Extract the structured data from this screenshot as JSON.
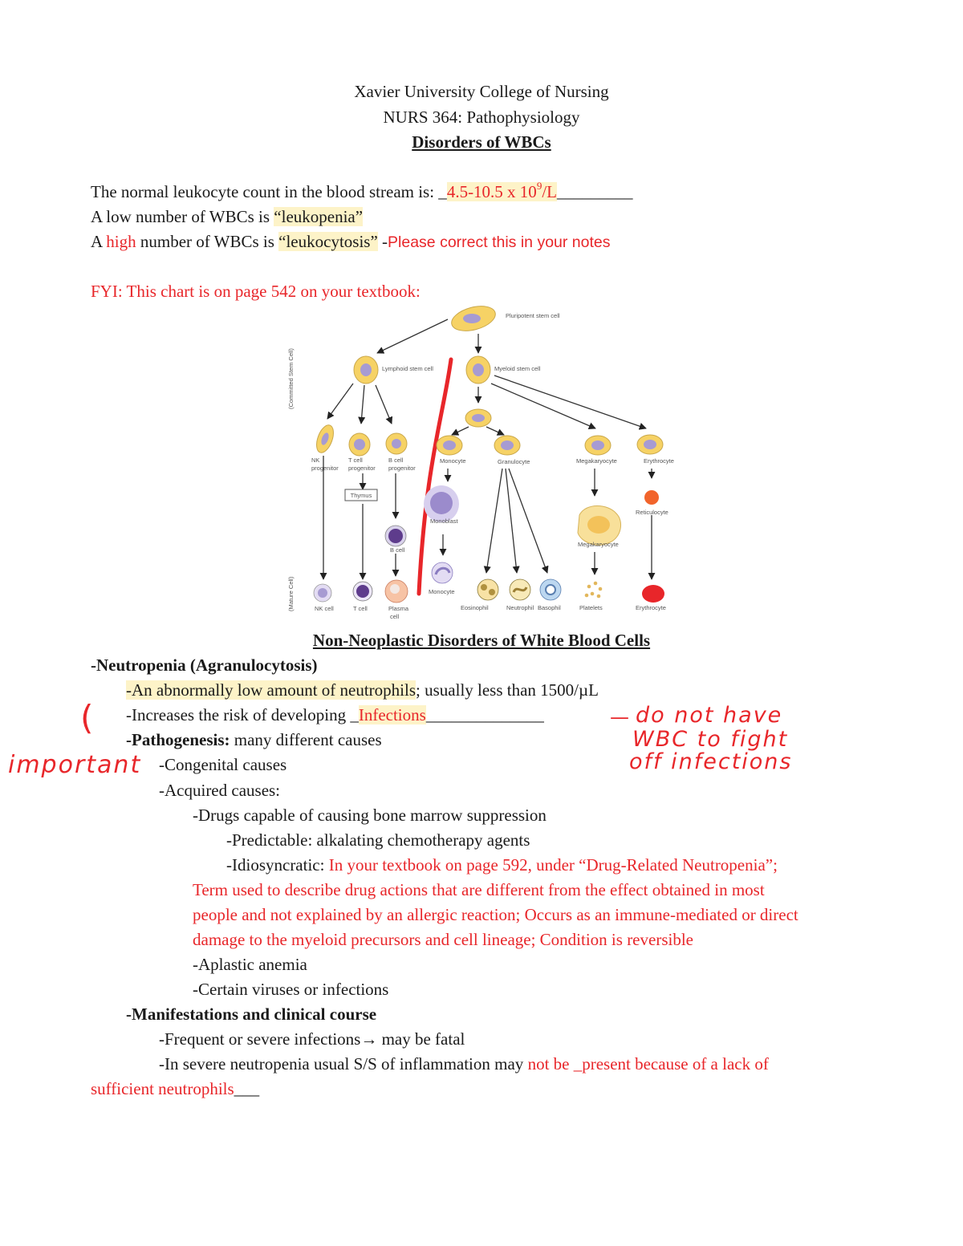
{
  "header": {
    "institution": "Xavier University College of Nursing",
    "course": "NURS 364: Pathophysiology",
    "title": "Disorders of WBCs"
  },
  "intro": {
    "normal_prefix": "The normal leukocyte count in the blood stream is: _",
    "normal_value": "4.5-10.5 x 10",
    "normal_exp": "9",
    "normal_unit": "/L",
    "normal_blank": "_________",
    "low_prefix": "A low number of WBCs is ",
    "low_term": "“leukopenia”",
    "high_a": "A ",
    "high_word": "high",
    "high_b": " number of WBCs is ",
    "high_term": "“leukocytosis”",
    "high_dash": " -",
    "high_note": "Please correct this in your notes",
    "fyi": "FYI: This chart is on page 542 on your textbook:"
  },
  "diagram": {
    "side_top": "(Committed Stem Cell)",
    "side_bottom": "(Mature Cell)",
    "pluripotent": "Pluripotent stem cell",
    "lymphoid": "Lymphoid stem cell",
    "myeloid": "Myeloid stem cell",
    "nk_prog_1": "NK",
    "nk_prog_2": "progenitor",
    "t_prog_1": "T cell",
    "t_prog_2": "progenitor",
    "b_prog_1": "B cell",
    "b_prog_2": "progenitor",
    "monocyte_top": "Monocyte",
    "granulocyte": "Granulocyte",
    "megakaryocyte_top": "Megakaryocyte",
    "erythrocyte_top": "Erythrocyte",
    "thymus": "Thymus",
    "monoblast": "Monoblast",
    "b_cell": "B cell",
    "megakaryocyte_mid": "Megakaryocyte",
    "reticulocyte": "Reticulocyte",
    "nk_cell": "NK cell",
    "t_cell": "T cell",
    "plasma_1": "Plasma",
    "plasma_2": "cell",
    "monocyte_bottom": "Monocyte",
    "eosinophil": "Eosinophil",
    "neutrophil": "Neutrophil",
    "basophil": "Basophil",
    "platelets": "Platelets",
    "erythrocyte_bottom": "Erythrocyte"
  },
  "section": {
    "title": "Non-Neoplastic Disorders of White Blood Cells",
    "neutropenia_heading": "-Neutropenia (Agranulocytosis)",
    "def_hl": "-An abnormally low amount of neutrophils",
    "def_rest": "; usually less than 1500/µL",
    "risk_prefix": "-Increases the risk of developing _",
    "risk_answer": "Infections",
    "risk_blank": "______________",
    "path_bold": "-Pathogenesis:",
    "path_rest": " many different causes",
    "congenital": "-Congenital causes",
    "acquired": "-Acquired causes:",
    "drugs": "-Drugs capable of causing bone marrow suppression",
    "predictable": "-Predictable: alkalating chemotherapy agents",
    "idio_prefix": "-Idiosyncratic: ",
    "idio_red": "In your textbook on page 592, under “Drug-Related Neutropenia”;",
    "idio_line2": "Term used to describe drug actions that are different from the effect obtained in most",
    "idio_line3": "people and not explained by an allergic reaction; Occurs as an immune-mediated or direct",
    "idio_line4": "damage to the myeloid precursors and cell lineage; Condition is reversible",
    "aplastic": "-Aplastic anemia",
    "viruses": "-Certain viruses or infections",
    "manifest": "-Manifestations and clinical course",
    "frequent_a": "-Frequent or severe infections",
    "frequent_arrow": "→",
    "frequent_b": " may be fatal",
    "severe_a": "-In severe neutropenia usual S/S of inflammation may ",
    "severe_red": "not be _present because of a lack of",
    "severe_line2": "sufficient neutrophils",
    "severe_blank": "___"
  },
  "annotations": {
    "bracket": "(",
    "important": "important",
    "dash": "—",
    "note_1": "do not have",
    "note_2": "WBC to fight",
    "note_3": "off infections"
  },
  "colors": {
    "annotation_red": "#e8262a",
    "highlight": "#fdf3c8",
    "cell_yellow": "#f6d265",
    "nucleus_purple": "#a79bd2"
  }
}
